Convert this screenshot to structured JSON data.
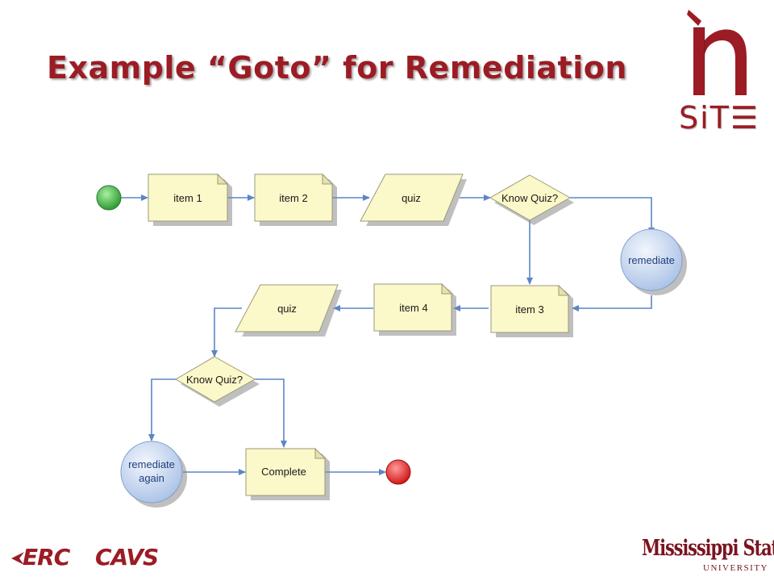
{
  "slide": {
    "title": "Example “Goto” for Remediation"
  },
  "logos": {
    "insite_site": "SiT☰",
    "erc": "ERC",
    "cavs": "CAVS",
    "msu_name": "Mississippi State",
    "msu_univ": "UNIVERSITY"
  },
  "diagram": {
    "nodes": {
      "item1": "item 1",
      "item2": "item 2",
      "quiz1": "quiz",
      "decision1": "Know Quiz?",
      "remediate": "remediate",
      "item3": "item 3",
      "item4": "item 4",
      "quiz2": "quiz",
      "decision2": "Know Quiz?",
      "remediate_again_line1": "remediate",
      "remediate_again_line2": "again",
      "complete": "Complete"
    },
    "colors": {
      "start": "#3cb043",
      "end": "#e02020",
      "note_fill": "#fbf8c9",
      "circle_fill": "#c9d8f0",
      "edge": "#5b86c4"
    }
  }
}
